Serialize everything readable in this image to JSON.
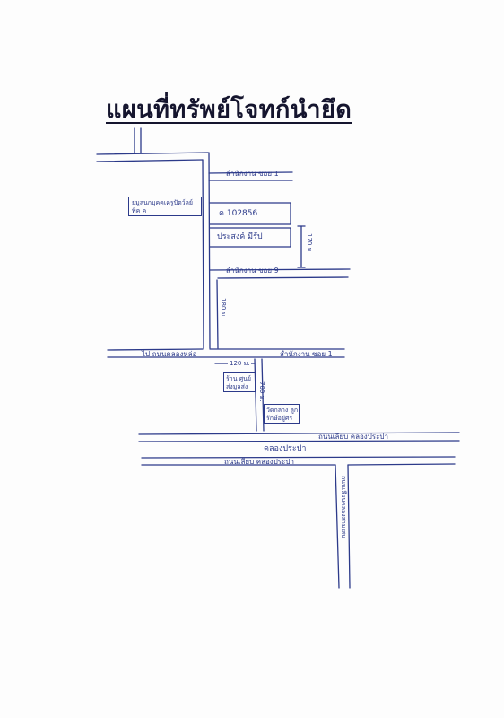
{
  "map": {
    "title": "แผนที่ทรัพย์โจทก์นำยึด",
    "labels": {
      "soi_top": "สำนักงาน ซอย 1",
      "owner_box": "ยมูลนกบุคคเครูปัตว์ลย์ พิค ค",
      "plot_no": "ค 102856",
      "owner_name": "ประสงค์ มีรัป",
      "dim_right": "170 ม.",
      "soi_mid": "สำนักงาน ซอย 9",
      "dim_left": "180 ม.",
      "road_main_left": "ไป ถนนคลองหล่อ",
      "road_main_right": "สำนักงาน ซอย 1",
      "dim_120": "120 ม.",
      "store_box": "ร้าน ศูนย์ ส่งมูลส่ง",
      "dim_vert_mid": "700 ม.",
      "temple_box": "วัดกลาง ลูกรักษ์อยู่ศร",
      "road_upper": "ถนนเลียบ คลองประปา",
      "canal": "คลองประปา",
      "road_lower": "ถนนเลียบ คลองประปา",
      "road_vertical": "ถนนเลียบคลองสามเสน"
    }
  }
}
